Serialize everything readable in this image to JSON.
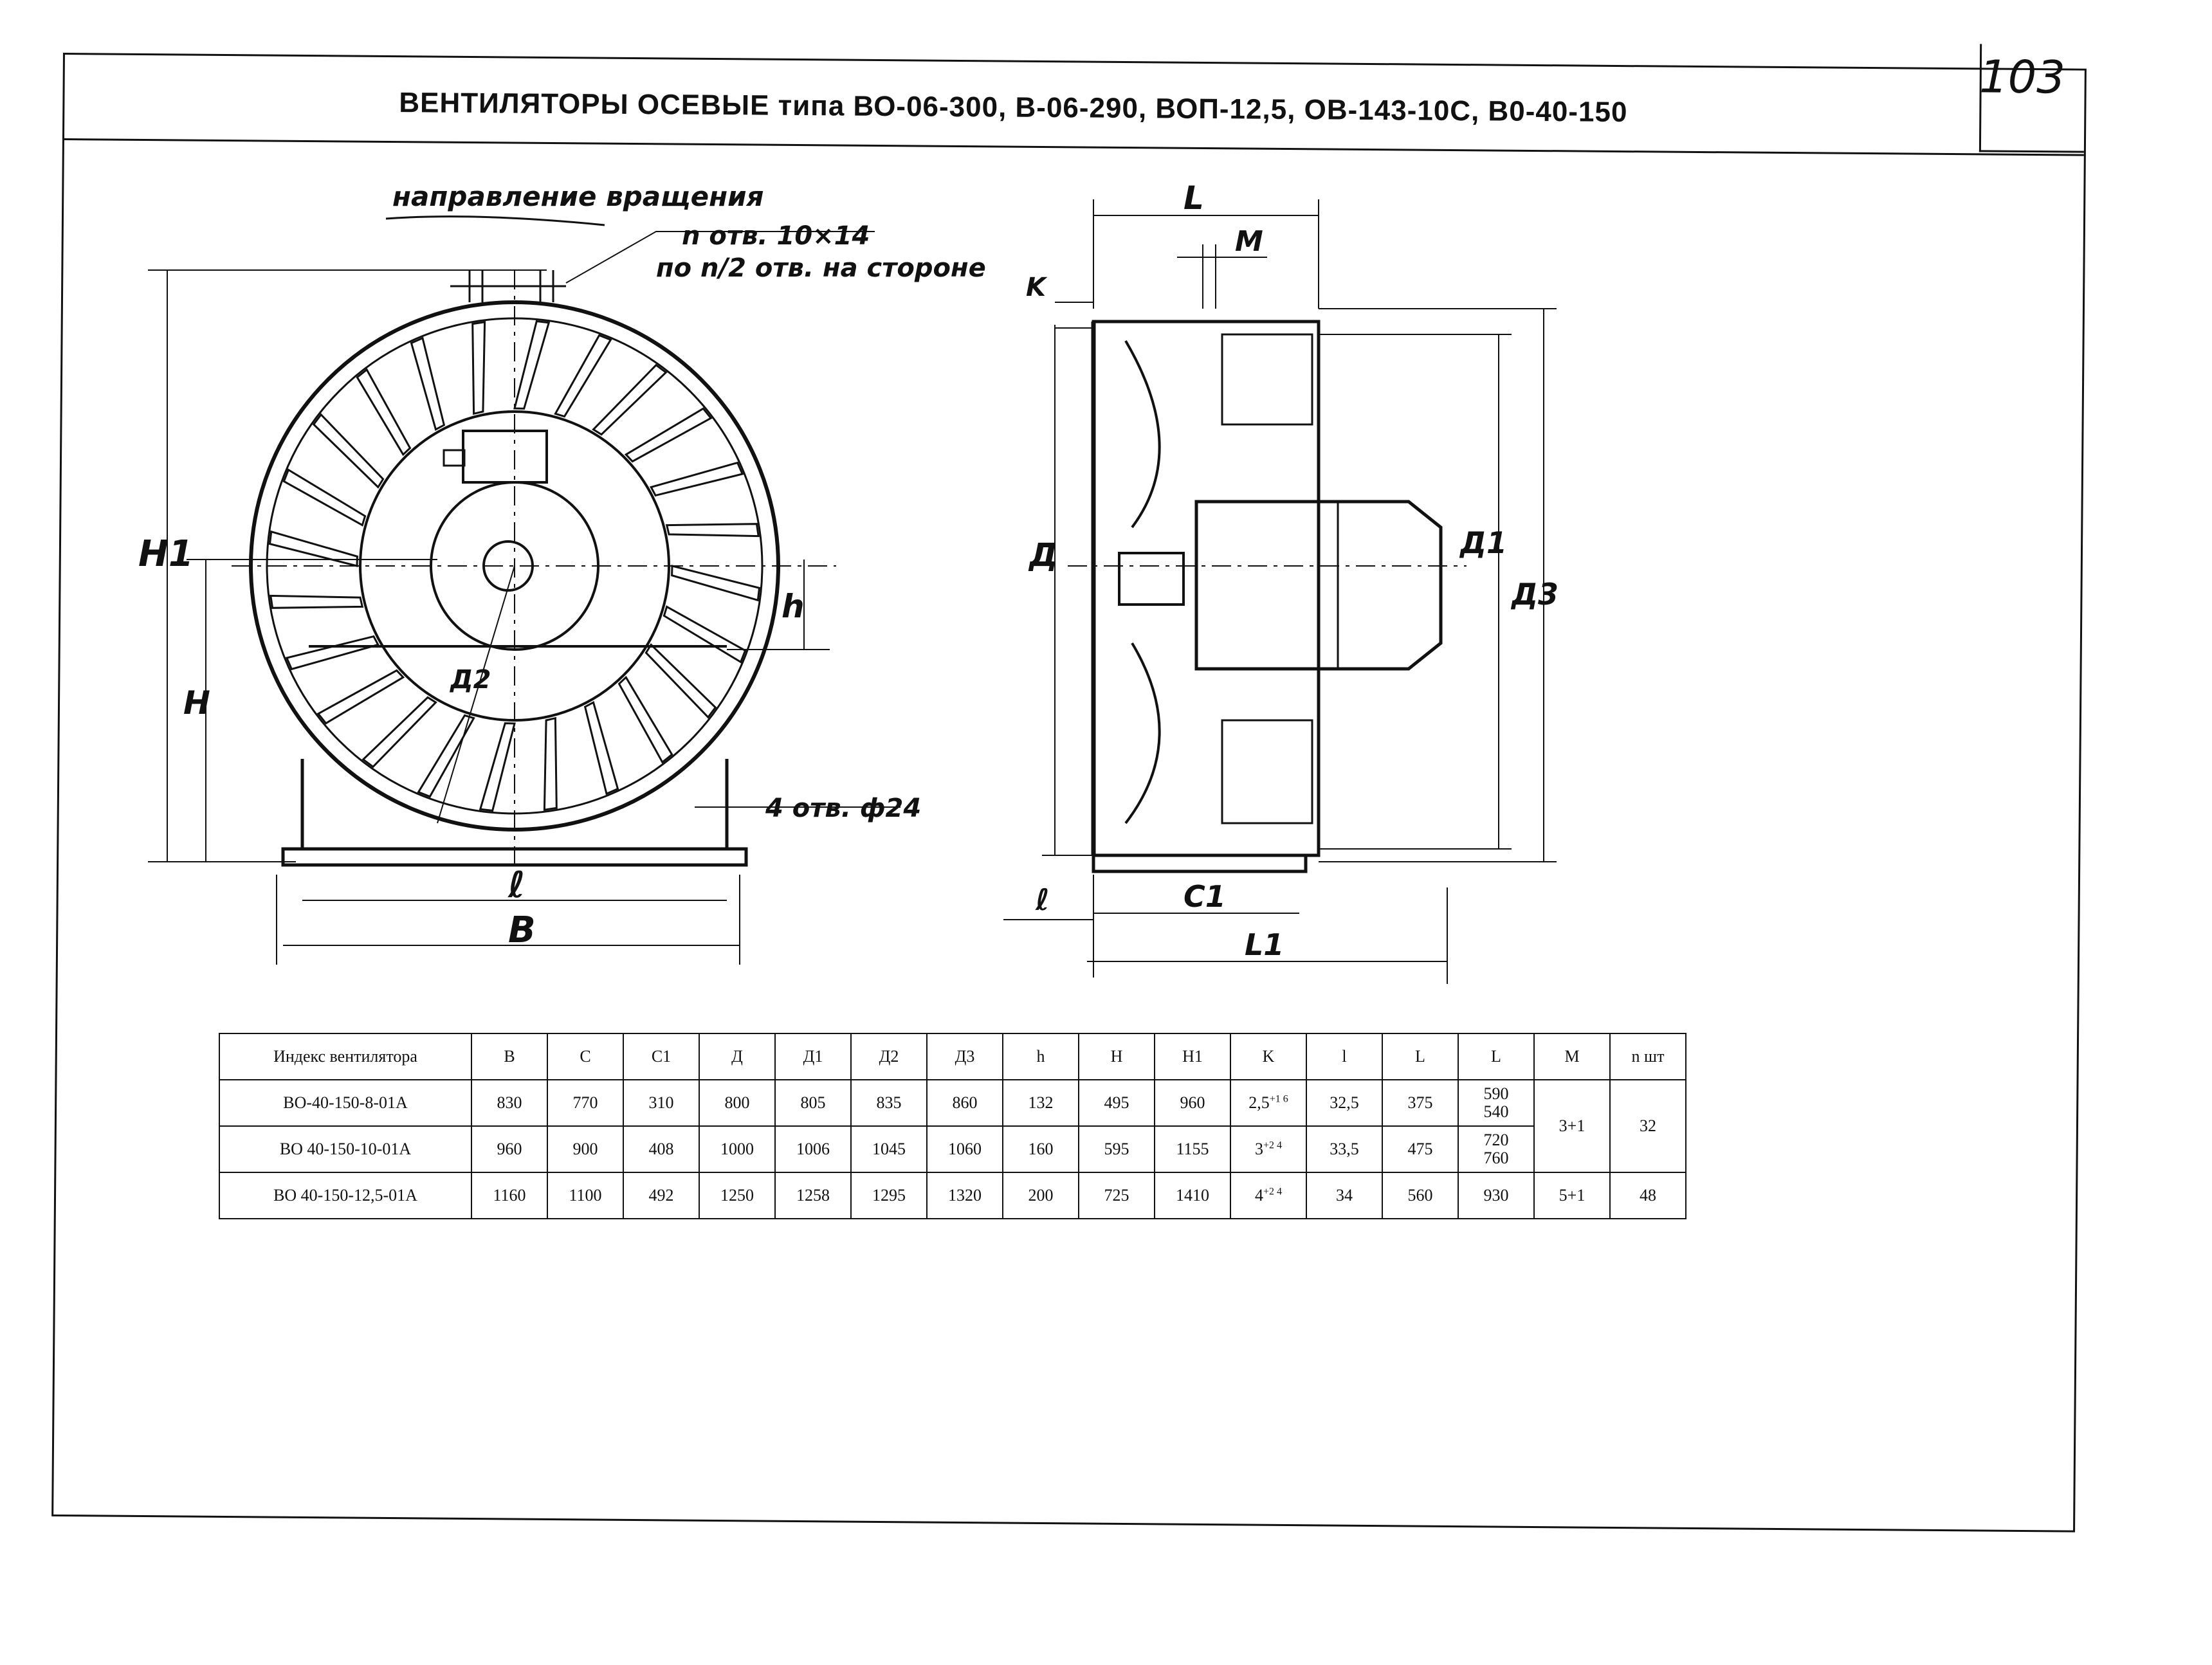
{
  "document": {
    "title": "ВЕНТИЛЯТОРЫ ОСЕВЫЕ типа ВО-06-300, В-06-290, ВОП-12,5, ОВ-143-10С, В0-40-150",
    "page_number": "103"
  },
  "annotations": {
    "rotation_direction": "направление вращения",
    "holes_top": "n отв. 10×14",
    "holes_side": "по n/2 отв. на стороне",
    "foot_holes": "4 отв. ф24",
    "H1": "H1",
    "H": "H",
    "h": "h",
    "D2": "Д2",
    "l_small": "ℓ",
    "B": "B",
    "L": "L",
    "M": "M",
    "K": "K",
    "D": "Д",
    "D1": "Д1",
    "D3": "Д3",
    "C1": "C1",
    "l_side": "ℓ",
    "L1": "L1"
  },
  "table": {
    "headers": [
      "Индекс вентилятора",
      "B",
      "C",
      "C1",
      "Д",
      "Д1",
      "Д2",
      "Д3",
      "h",
      "H",
      "H1",
      "K",
      "l",
      "L",
      "L",
      "M",
      "n шт"
    ],
    "rows": [
      {
        "index": "ВО-40-150-8-01А",
        "B": "830",
        "C": "770",
        "C1": "310",
        "D": "800",
        "D1": "805",
        "D2": "835",
        "D3": "860",
        "h": "132",
        "H": "495",
        "H1": "960",
        "K": "2,5",
        "K_tol": "+1 6",
        "l": "32,5",
        "L": "375",
        "L2a": "590",
        "L2b": "540"
      },
      {
        "index": "ВО 40-150-10-01А",
        "B": "960",
        "C": "900",
        "C1": "408",
        "D": "1000",
        "D1": "1006",
        "D2": "1045",
        "D3": "1060",
        "h": "160",
        "H": "595",
        "H1": "1155",
        "K": "3",
        "K_tol": "+2 4",
        "l": "33,5",
        "L": "475",
        "L2a": "720",
        "L2b": "760"
      },
      {
        "index": "ВО 40-150-12,5-01А",
        "B": "1160",
        "C": "1100",
        "C1": "492",
        "D": "1250",
        "D1": "1258",
        "D2": "1295",
        "D3": "1320",
        "h": "200",
        "H": "725",
        "H1": "1410",
        "K": "4",
        "K_tol": "+2 4",
        "l": "34",
        "L": "560",
        "L2": "930",
        "M": "5+1",
        "n": "48"
      }
    ],
    "merged": {
      "M_rows_1_2": "3+1",
      "n_rows_1_2": "32"
    }
  }
}
